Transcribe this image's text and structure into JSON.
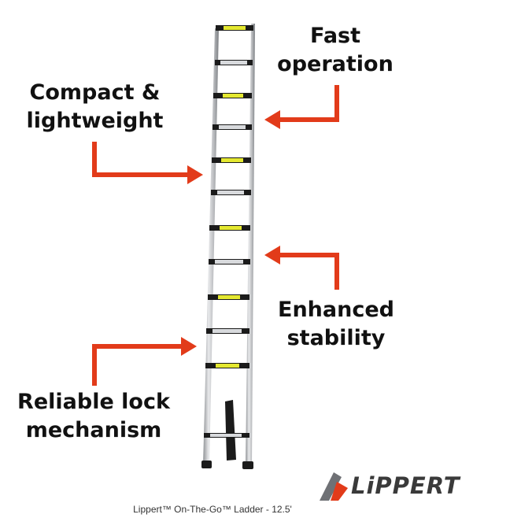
{
  "callouts": {
    "fast": {
      "line1": "Fast",
      "line2": "operation"
    },
    "compact": {
      "line1": "Compact &",
      "line2": "lightweight"
    },
    "enhanced": {
      "line1": "Enhanced",
      "line2": "stability"
    },
    "reliable": {
      "line1": "Reliable lock",
      "line2": "mechanism"
    }
  },
  "caption": "Lippert™ On-The-Go™ Ladder - 12.5'",
  "brand": {
    "name": "LiPPERT",
    "accent_color": "#e23b1a"
  },
  "colors": {
    "arrow": "#e23b1a",
    "rail": "#c9cbce",
    "rung_tape": "#e4e830",
    "rung_dark": "#1b1b1b"
  },
  "icons": {
    "logo": "lippert-logo-icon",
    "ladder": "ladder-image"
  }
}
